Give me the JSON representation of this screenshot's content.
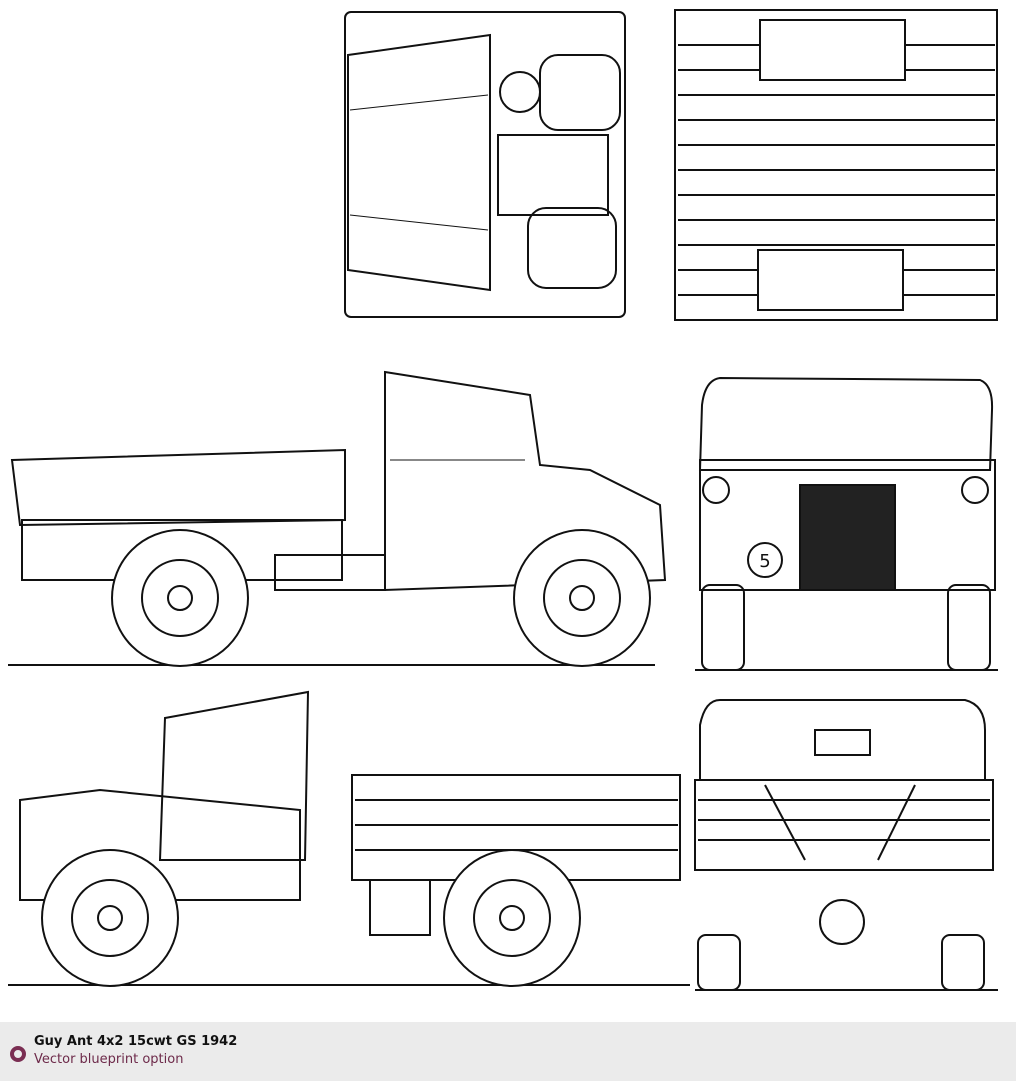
{
  "footer": {
    "title": "Guy Ant 4x2 15cwt GS 1942",
    "subtitle": "Vector blueprint option",
    "accent_color": "#7a2e52"
  },
  "drawing": {
    "front_plate_number": "5"
  }
}
